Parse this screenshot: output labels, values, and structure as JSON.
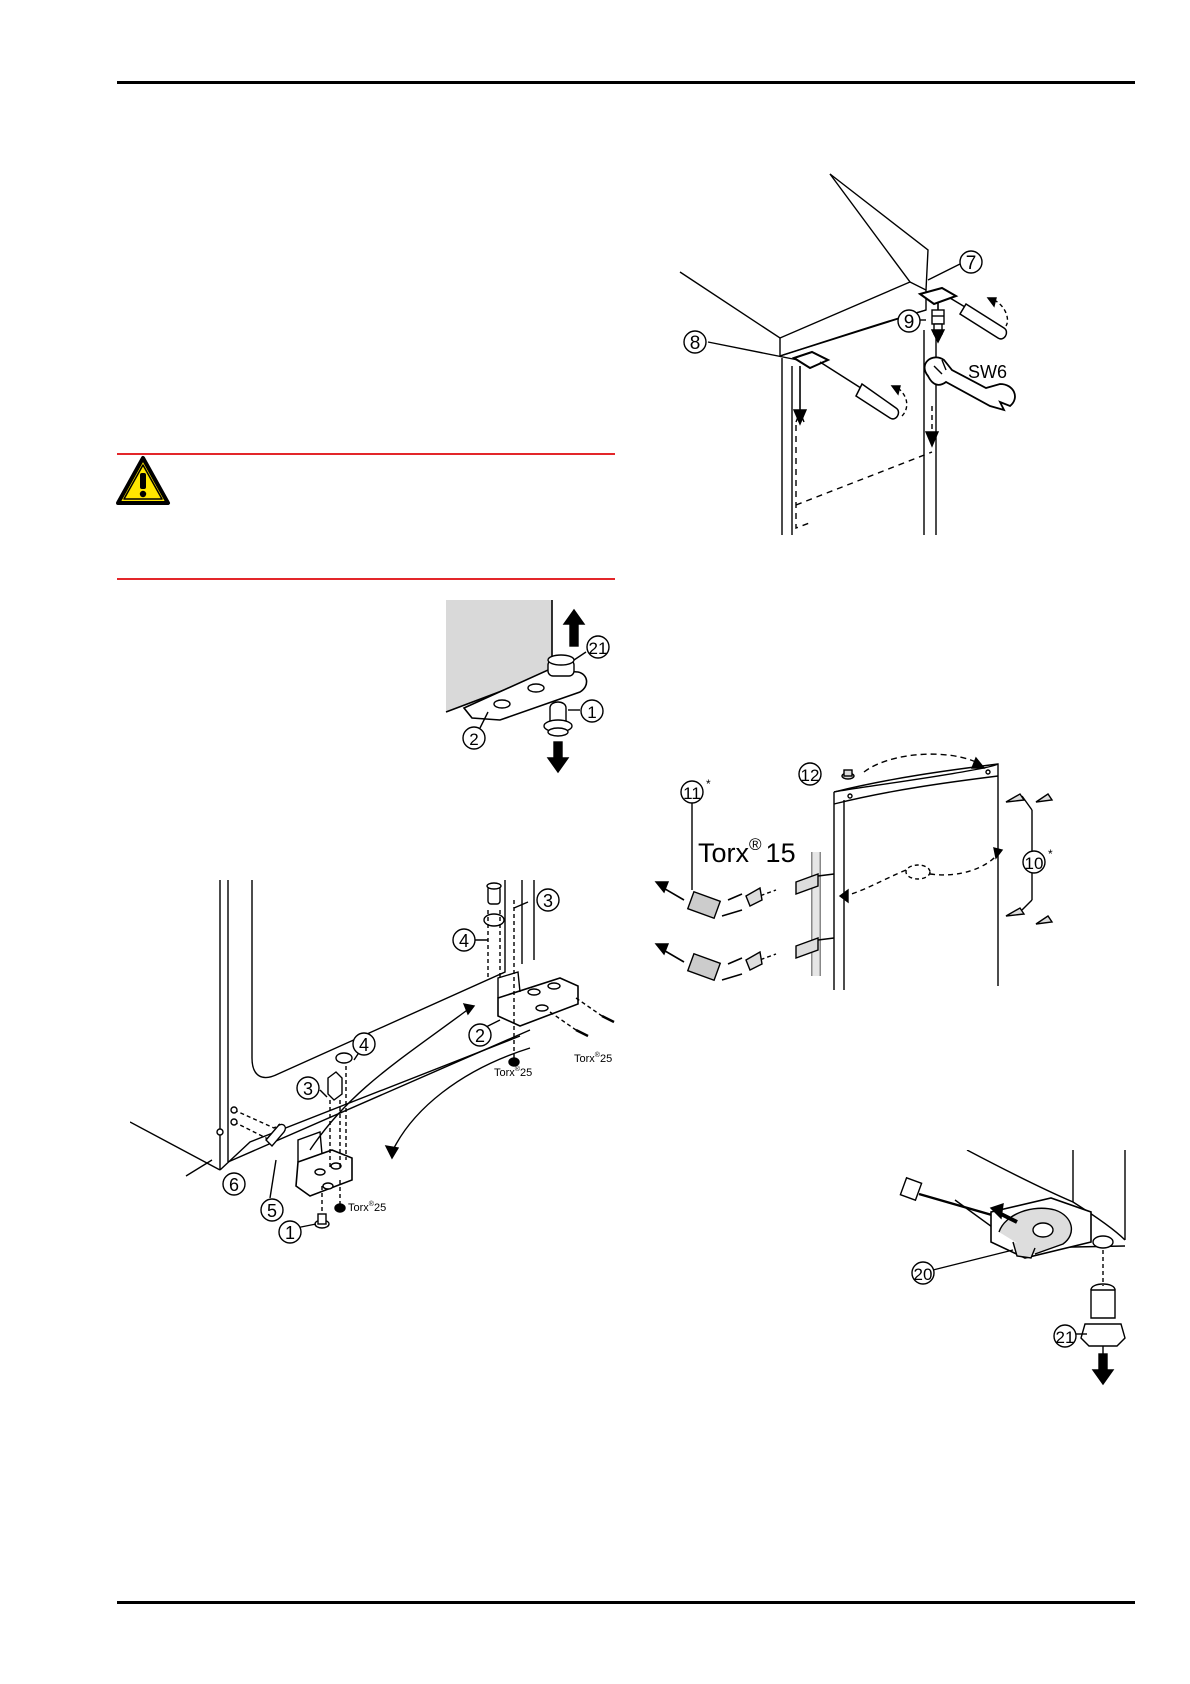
{
  "figures": {
    "top_hinge": {
      "labels": {
        "c7": "7",
        "c8": "8",
        "c9": "9",
        "wrench": "SW6"
      }
    },
    "foot": {
      "labels": {
        "c21": "21",
        "c2": "2",
        "c1": "1"
      }
    },
    "bottom_hinge": {
      "labels": {
        "c3a": "3",
        "c4a": "4",
        "c2": "2",
        "torx_right": "Torx",
        "torx_right_num": "25",
        "torx_mid": "Torx",
        "torx_mid_num": "25",
        "c4b": "4",
        "c3b": "3",
        "c6": "6",
        "c5": "5",
        "c1": "1",
        "torx_low": "Torx",
        "torx_low_num": "25"
      }
    },
    "handle": {
      "labels": {
        "c12": "12",
        "c11": "11",
        "torx15": "Torx",
        "torx15_num": "15",
        "c10": "10",
        "star": "*"
      }
    },
    "latch": {
      "labels": {
        "c20": "20",
        "c21": "21"
      }
    }
  },
  "colors": {
    "warning_line": "#e3262a",
    "warning_fill": "#ffe600",
    "cabinet_shade": "#d9d9d9"
  },
  "icons": [
    "warning-triangle-icon"
  ]
}
